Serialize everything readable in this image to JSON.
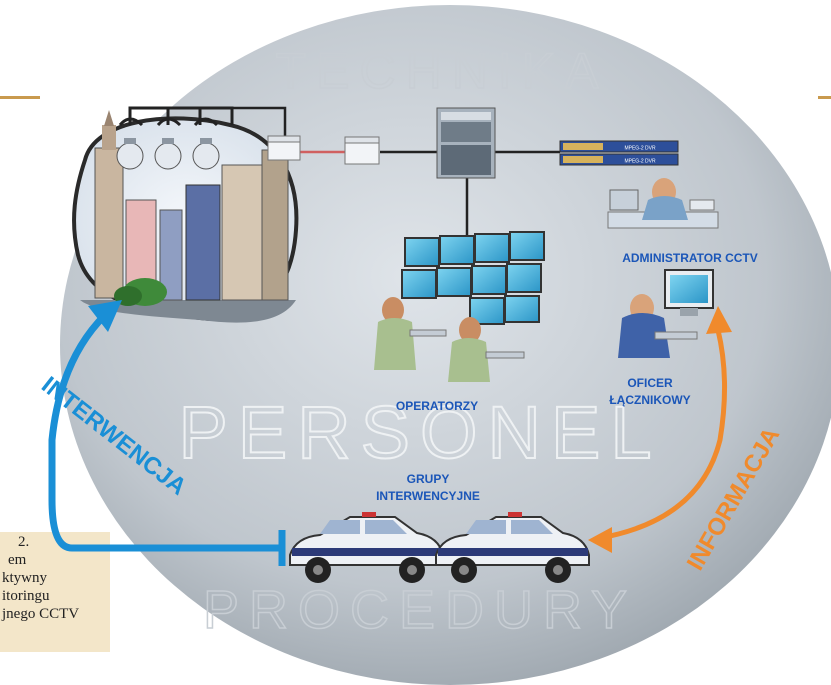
{
  "caption": {
    "lines": [
      "2.",
      "em",
      "ktywny",
      "itoringu",
      "jnego CCTV"
    ]
  },
  "sections": {
    "top": "TECHNIKA",
    "middle": "PERSONEL",
    "bottom": "PROCEDURY"
  },
  "arrows": {
    "left": "INTERWENCJA",
    "right": "INFORMACJA"
  },
  "roles": {
    "operators": "OPERATORZY",
    "administrator": "ADMINISTRATOR CCTV",
    "liaison_line1": "OFICER",
    "liaison_line2": "ŁĄCZNIKOWY",
    "groups_line1": "GRUPY",
    "groups_line2": "INTERWENCYJNE"
  },
  "equipment": {
    "dvr_label_1": "MPEG-2 DVR",
    "dvr_label_2": "MPEG-2 DVR"
  },
  "colors": {
    "circle": "#b9c1c9",
    "accent_blue": "#1a8fd6",
    "accent_orange": "#f08a2c",
    "label_blue": "#1b56b8",
    "rule": "#c99a4e"
  }
}
